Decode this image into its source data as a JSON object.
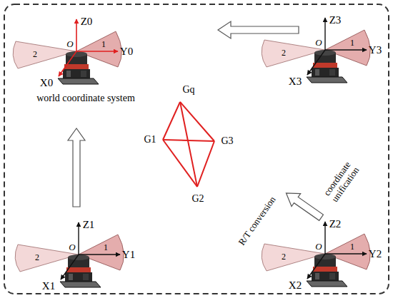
{
  "diagram": {
    "labels": [
      "Z0",
      "Y0",
      "X0",
      "O",
      "1",
      "2",
      "world coordinate system",
      "Z3",
      "Y3",
      "X3",
      "O",
      "1",
      "2",
      "Gq",
      "G1",
      "G3",
      "G2",
      "Z1",
      "Y1",
      "X1",
      "O",
      "1",
      "2",
      "coordinate unification",
      "R/T conversion",
      "Z2",
      "Y2",
      "X2",
      "O",
      "1",
      "2"
    ]
  }
}
